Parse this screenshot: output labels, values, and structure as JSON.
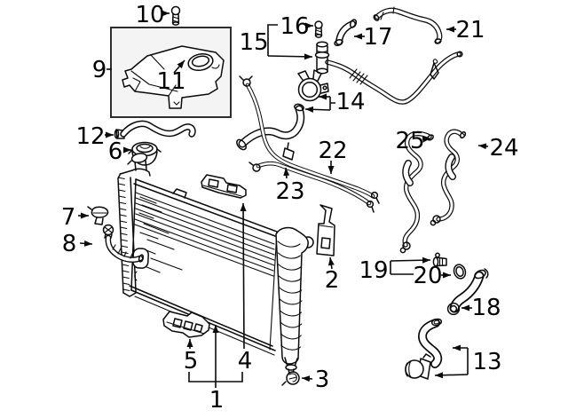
{
  "diagram": {
    "kind": "exploded-parts-diagram",
    "colors": {
      "background": "#ffffff",
      "line": "#0a0a0a",
      "inset_box_fill": "#f4f4f4",
      "inset_box_border": "#2e2e2e",
      "label_text": "#000000"
    },
    "callouts": [
      {
        "n": "1"
      },
      {
        "n": "2"
      },
      {
        "n": "3"
      },
      {
        "n": "4"
      },
      {
        "n": "5"
      },
      {
        "n": "6"
      },
      {
        "n": "7"
      },
      {
        "n": "8"
      },
      {
        "n": "9"
      },
      {
        "n": "10"
      },
      {
        "n": "11"
      },
      {
        "n": "12"
      },
      {
        "n": "13"
      },
      {
        "n": "14"
      },
      {
        "n": "15"
      },
      {
        "n": "16"
      },
      {
        "n": "17"
      },
      {
        "n": "18"
      },
      {
        "n": "19"
      },
      {
        "n": "20"
      },
      {
        "n": "21"
      },
      {
        "n": "22"
      },
      {
        "n": "23"
      },
      {
        "n": "24"
      },
      {
        "n": "25"
      }
    ]
  }
}
